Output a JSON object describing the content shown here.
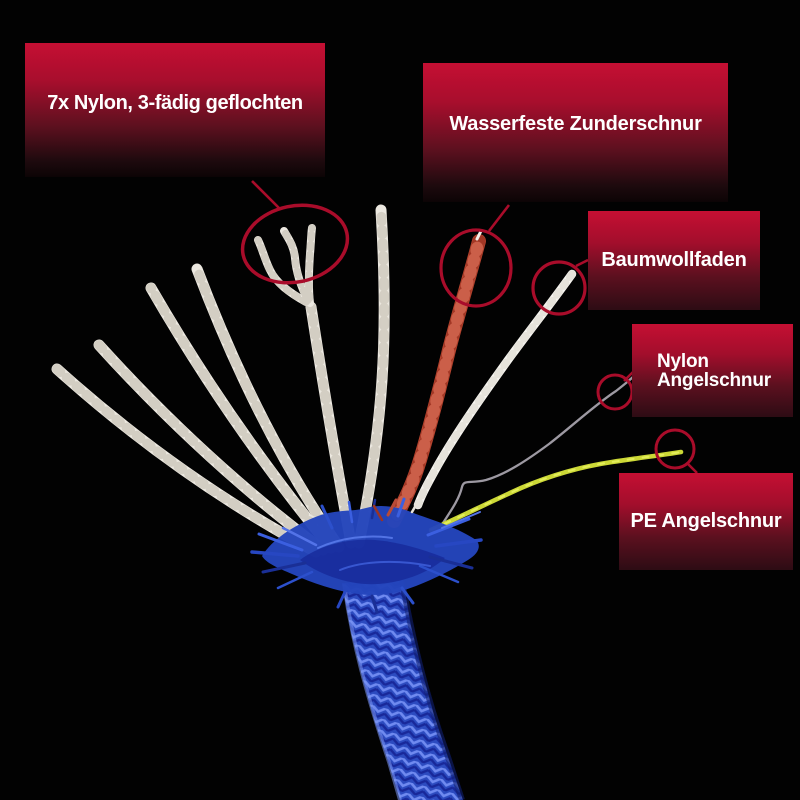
{
  "callouts": [
    {
      "id": "nylon-braided",
      "text": "7x Nylon, 3-fädig geflochten"
    },
    {
      "id": "tinder-cord",
      "text": "Wasserfeste Zunderschnur"
    },
    {
      "id": "cotton-thread",
      "text": "Baumwollfaden"
    },
    {
      "id": "nylon-fishing-line",
      "line1": "Nylon",
      "line2": "Angelschnur"
    },
    {
      "id": "pe-fishing-line",
      "text": "PE Angelschnur"
    }
  ],
  "colors": {
    "background": "#000000",
    "callout_gradient_top": "#c50f33",
    "callout_gradient_bottom": "#120406",
    "callout_text": "#ffffff",
    "annotation_stroke": "#a90c2a",
    "cord_blue": "#2c4bc0",
    "fray_blue": "#2445bc",
    "strand_white": "#ece8e0",
    "tinder_red": "#b8452f",
    "cotton_white": "#f6f4ef",
    "nylon_line_grey": "#9d99a2",
    "pe_line_yellow": "#ccd836"
  }
}
